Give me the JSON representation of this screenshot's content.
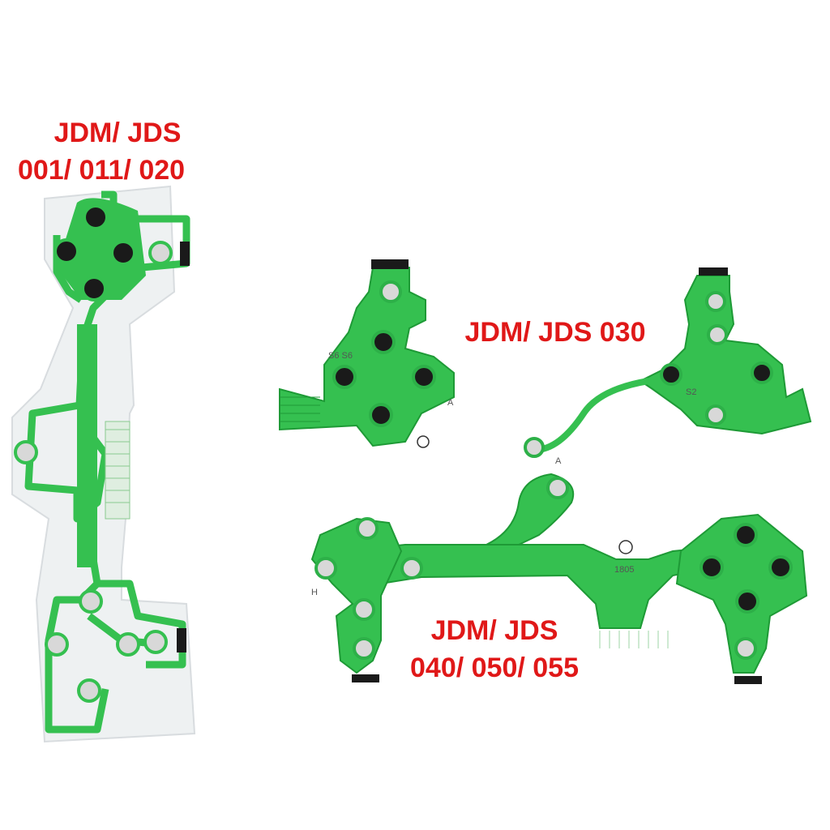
{
  "labels": {
    "left_line1": "JDM/ JDS",
    "left_line2": "001/ 011/ 020",
    "middle": "JDM/ JDS 030",
    "bottom_line1": "JDM/ JDS",
    "bottom_line2": "040/ 050/ 055"
  },
  "board_marks": {
    "a_mark": "A",
    "h_mark": "H",
    "code_1805": "1805",
    "code_s6": "S6 S6",
    "code_s2": "S2"
  },
  "colors": {
    "label_red": "#e01818",
    "film_green": "#35c050",
    "film_edge": "#1e9a36",
    "clear_film": "#eef1f2",
    "contact_dark": "#1a1a1a",
    "contact_light": "#d8d8d8"
  }
}
